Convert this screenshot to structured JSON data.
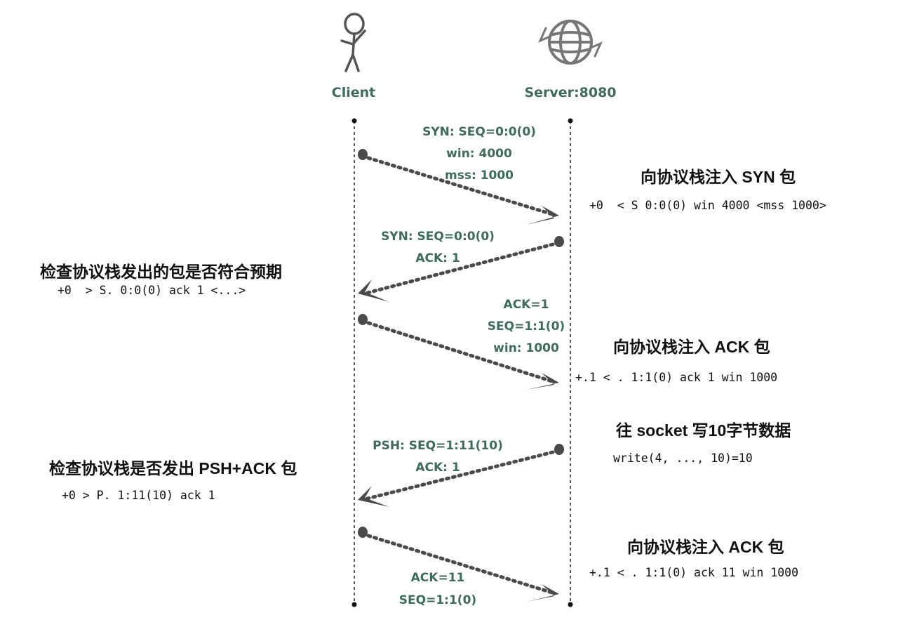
{
  "actors": {
    "client": {
      "label": "Client",
      "icon": "stick-figure-icon"
    },
    "server": {
      "label": "Server:8080",
      "icon": "globe-icon"
    }
  },
  "messages": [
    {
      "direction": "client-to-server",
      "lines": [
        "SYN:  SEQ=0:0(0)",
        "win: 4000",
        "mss: 1000"
      ]
    },
    {
      "direction": "server-to-client",
      "lines": [
        "SYN:  SEQ=0:0(0)",
        "ACK: 1"
      ]
    },
    {
      "direction": "client-to-server",
      "lines": [
        "ACK=1",
        "SEQ=1:1(0)",
        "win: 1000"
      ]
    },
    {
      "direction": "server-to-client",
      "lines": [
        "PSH:  SEQ=1:11(10)",
        "ACK: 1"
      ]
    },
    {
      "direction": "client-to-server",
      "lines": [
        "ACK=11",
        "SEQ=1:1(0)"
      ]
    }
  ],
  "notes": {
    "n1": {
      "title": "向协议栈注入 SYN 包",
      "code": "+0  < S 0:0(0) win 4000 <mss 1000>"
    },
    "n2": {
      "title": "检查协议栈发出的包是否符合预期",
      "code": "+0  > S. 0:0(0) ack 1 <...>"
    },
    "n3": {
      "title": "向协议栈注入 ACK 包",
      "code": "+.1 < . 1:1(0) ack 1 win 1000"
    },
    "n4": {
      "title": "往 socket 写10字节数据",
      "code": "write(4, ..., 10)=10"
    },
    "n5": {
      "title": "检查协议栈是否发出 PSH+ACK 包",
      "code": "+0 > P. 1:11(10) ack 1"
    },
    "n6": {
      "title": "向协议栈注入 ACK 包",
      "code": "+.1 < . 1:1(0) ack 11 win 1000"
    }
  },
  "colors": {
    "label": "#3f6b5c",
    "arrow": "#4a4a4a",
    "icon": "#666666",
    "text": "#111111"
  }
}
